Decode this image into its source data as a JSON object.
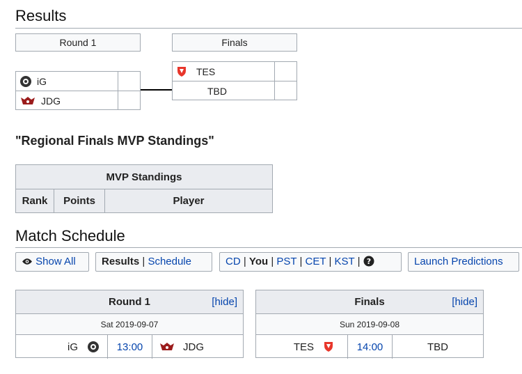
{
  "results": {
    "heading": "Results",
    "round1_label": "Round 1",
    "finals_label": "Finals",
    "round1": [
      {
        "team": "iG",
        "icon": "ig-logo-icon"
      },
      {
        "team": "JDG",
        "icon": "jdg-logo-icon"
      }
    ],
    "finals": [
      {
        "team": "TES",
        "icon": "tes-logo-icon"
      },
      {
        "team": "TBD"
      }
    ]
  },
  "mvp": {
    "heading": "\"Regional Finals MVP Standings\"",
    "table_title": "MVP Standings",
    "columns": [
      "Rank",
      "Points",
      "Player"
    ]
  },
  "schedule": {
    "heading": "Match Schedule",
    "show_all": "Show All",
    "results_label": "Results",
    "separator": "|",
    "schedule_label": "Schedule",
    "timezones": [
      "CD",
      "You",
      "PST",
      "CET",
      "KST"
    ],
    "help_icon": "question-circle-icon",
    "launch_predictions": "Launch Predictions",
    "round1": {
      "title": "Round 1",
      "hide": "[hide]",
      "date": "Sat 2019-09-07",
      "team1": "iG",
      "time": "13:00",
      "team2": "JDG"
    },
    "finals": {
      "title": "Finals",
      "hide": "[hide]",
      "date": "Sun 2019-09-08",
      "team1": "TES",
      "time": "14:00",
      "team2": "TBD"
    }
  },
  "colors": {
    "link": "#0645ad",
    "border": "#a2a9b1",
    "header_bg": "#eaecf0",
    "tes_red": "#e8362b"
  }
}
